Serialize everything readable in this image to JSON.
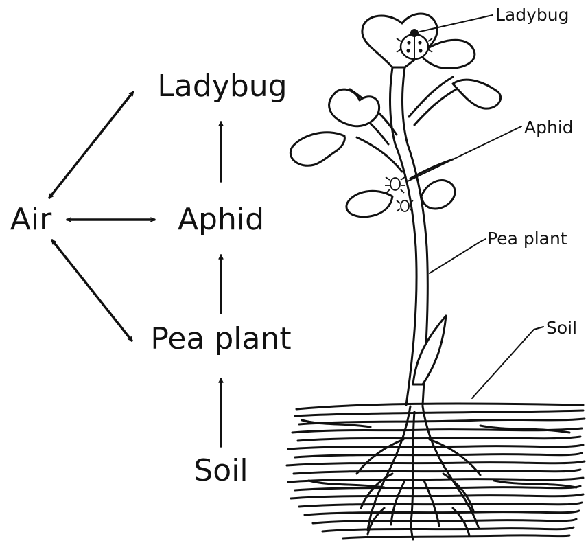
{
  "food_web": {
    "nodes": {
      "ladybug": "Ladybug",
      "air": "Air",
      "aphid": "Aphid",
      "pea_plant": "Pea plant",
      "soil": "Soil"
    }
  },
  "plant_labels": {
    "ladybug": "Ladybug",
    "aphid": "Aphid",
    "pea_plant": "Pea plant",
    "soil": "Soil"
  },
  "colors": {
    "ink": "#111111",
    "background": "#ffffff"
  }
}
